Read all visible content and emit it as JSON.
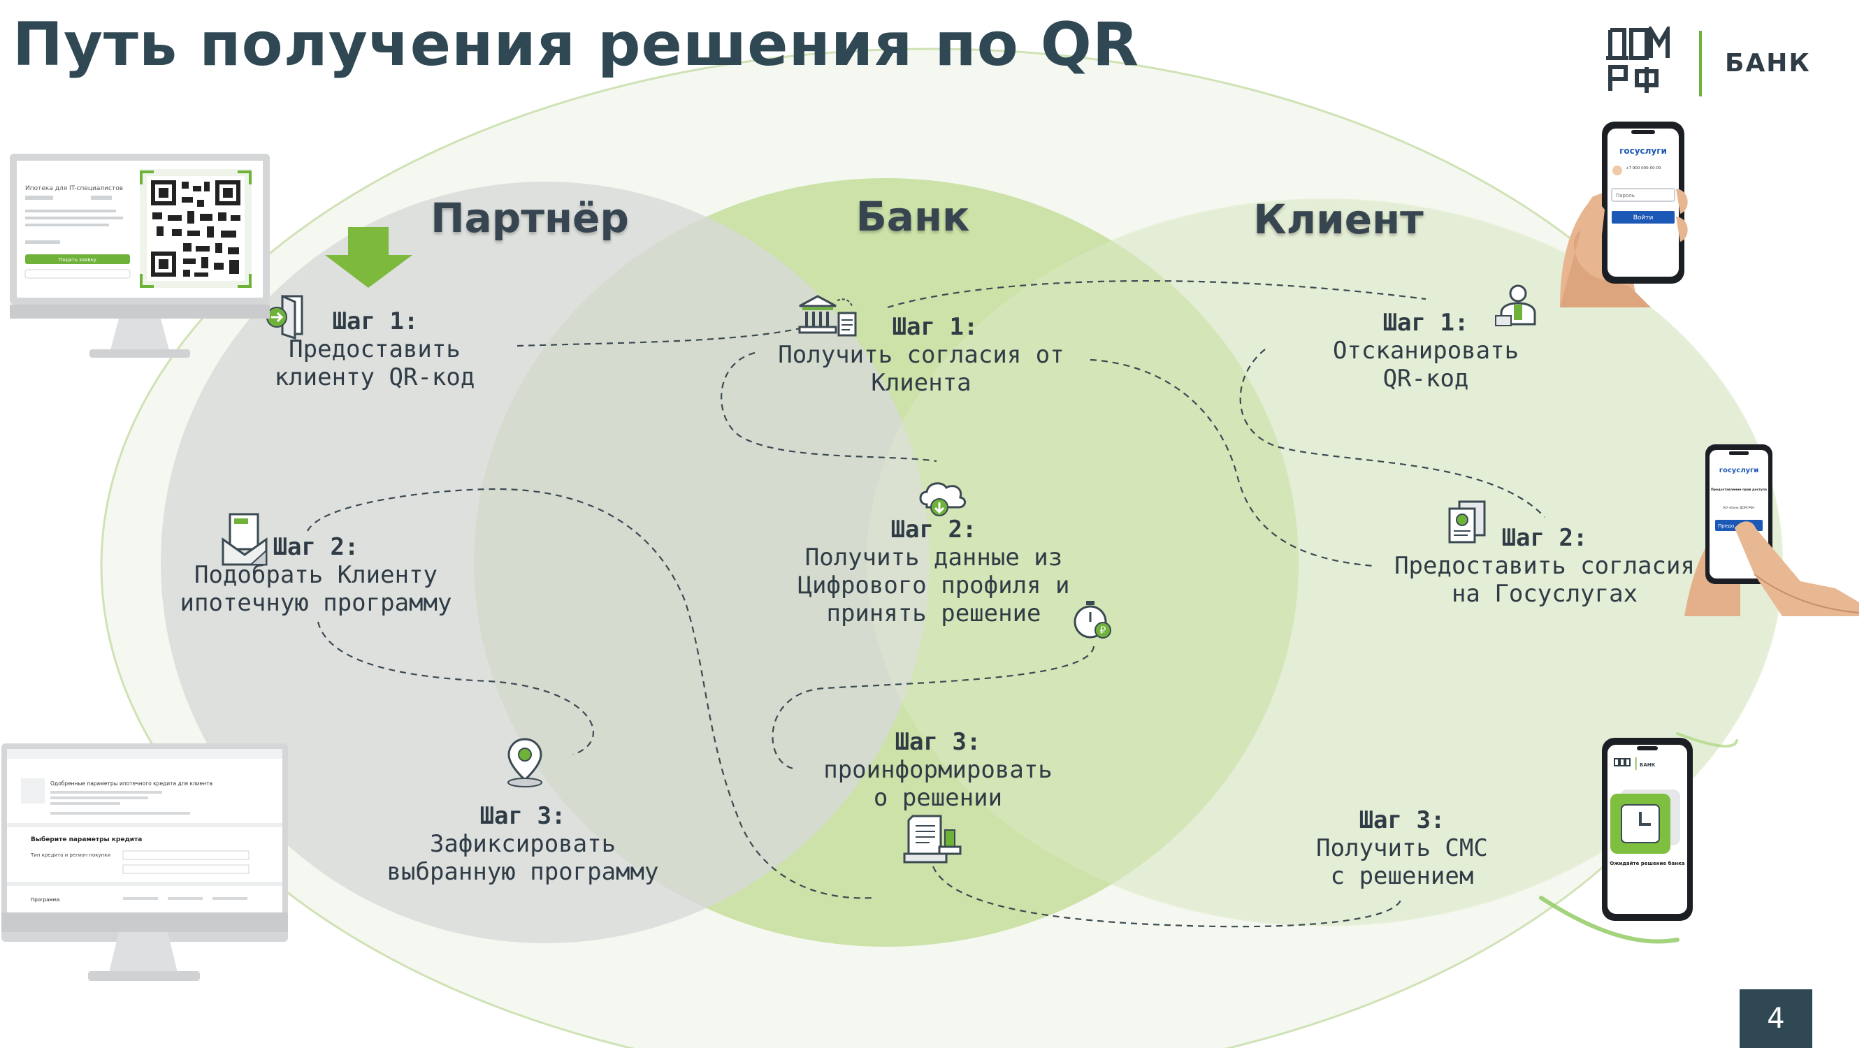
{
  "title": "Путь получения решения по QR",
  "logo": {
    "brand": "ДОМ РФ",
    "label": "БАНК"
  },
  "page_number": "4",
  "circles": {
    "partner": "Партнёр",
    "bank": "Банк",
    "client": "Клиент"
  },
  "partner_steps": [
    {
      "heading": "Шаг 1:",
      "text_lines": [
        "Предоставить",
        "клиенту QR-код"
      ]
    },
    {
      "heading": "Шаг 2:",
      "text_lines": [
        "Подобрать Клиенту",
        "ипотечную программу"
      ]
    },
    {
      "heading": "Шаг 3:",
      "text_lines": [
        "Зафиксировать",
        "выбранную программу"
      ]
    }
  ],
  "bank_steps": [
    {
      "heading": "Шаг 1:",
      "text_lines": [
        "Получить согласия от",
        "Клиента"
      ]
    },
    {
      "heading": "Шаг 2:",
      "text_lines": [
        "Получить данные из",
        "Цифрового профиля и",
        "принять решение"
      ]
    },
    {
      "heading": "Шаг 3:",
      "text_lines": [
        "проинформировать",
        "о решении"
      ]
    }
  ],
  "client_steps": [
    {
      "heading": "Шаг 1:",
      "text_lines": [
        "Отсканировать",
        "QR-код"
      ]
    },
    {
      "heading": "Шаг 2:",
      "text_lines": [
        "Предоставить согласия",
        "на Госуслугах"
      ]
    },
    {
      "heading": "Шаг 3:",
      "text_lines": [
        "Получить СМС",
        "с решением"
      ]
    }
  ],
  "screens": {
    "gosuslugi_login": {
      "brand": "госуслуги",
      "phone_field": "+7 900 000-00-00",
      "password_field": "Пароль",
      "button": "Войти"
    },
    "gosuslugi_consent": {
      "brand": "госуслуги",
      "heading": "Предоставление прав доступа",
      "org": "АО «Банк ДОМ.РФ»",
      "button": "Предо..."
    },
    "bank_app": {
      "label": "БАНК",
      "message": "Ожидайте решение банка"
    },
    "monitor_1": {
      "heading": "Ипотека для IT-специалистов",
      "button": "Подать заявку"
    },
    "monitor_2": {
      "heading": "Одобренные параметры ипотечного кредита для клиента",
      "section": "Выберите параметры кредита",
      "field": "Тип кредита и регион покупки",
      "programs": "Программа"
    }
  },
  "colors": {
    "title": "#2f4853",
    "partner_circle": "#dcdfdf",
    "bank_circle": "#c6df9f",
    "client_circle": "#e3edd2",
    "arrow": "#7db93c",
    "accent_green": "#6fb23a",
    "page_badge": "#2f4853"
  }
}
